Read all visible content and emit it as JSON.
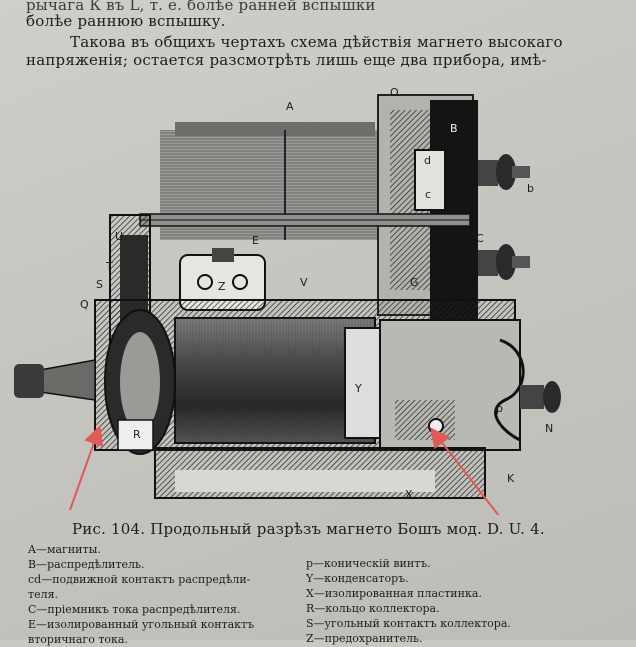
{
  "text": {
    "line1": "рычага К въ L, т. е. болѣе ранней вспышки",
    "line2": "болѣе раннюю вспышку.",
    "line3": "Такова въ общихъ чертахъ схема дѣйствія магнето высокаго",
    "line4": "напряженія; остается разсмотрѣть лишь еще два прибора, имѣ-"
  },
  "figure": {
    "labels": [
      "A",
      "B",
      "c",
      "d",
      "b",
      "C",
      "E",
      "U",
      "T",
      "Z",
      "V",
      "G",
      "S",
      "Q",
      "Y",
      "R",
      "p",
      "N",
      "K",
      "X",
      "O"
    ]
  },
  "caption": "Рис. 104. Продольный разрѣзъ магнето Бошъ мод. D. U. 4.",
  "legend_left": [
    "A—магниты.",
    "B—распредѣлитель.",
    "cd—подвижной контактъ распредѣли-",
    "     теля.",
    "C—пріемникъ тока распредѣлителя.",
    "E—изолированный угольный контактъ",
    "     вторичнаго тока."
  ],
  "legend_right": [
    "p—коническій винтъ.",
    "Y—конденсаторъ.",
    "X—изолированная пластинка.",
    "R—кольцо коллектора.",
    "S—угольный контактъ коллектора.",
    "Z—предохранитель."
  ],
  "colors": {
    "annotation_arrow": "#e05a5a",
    "paper": "#c9c8c3",
    "ink": "#1d1d1f"
  }
}
